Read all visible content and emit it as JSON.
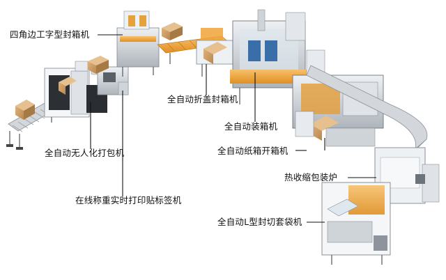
{
  "labels": {
    "corner_taper": "四角边工字型封箱机",
    "fold_sealer": "全自动折盖封箱机",
    "case_packer": "全自动装箱机",
    "strapping": "全自动无人化打包机",
    "erector": "全自动纸箱开箱机",
    "shrink_tunnel": "热收缩包装炉",
    "weigh_labeler": "在线称重实时打印贴标签机",
    "l_sealer": "全自动L型封切套袋机"
  },
  "colors": {
    "conveyor_orange": "#f0a33a",
    "frame_gray": "#b9bec4",
    "box_kraft": "#c99a62",
    "leader_line": "#111111"
  }
}
